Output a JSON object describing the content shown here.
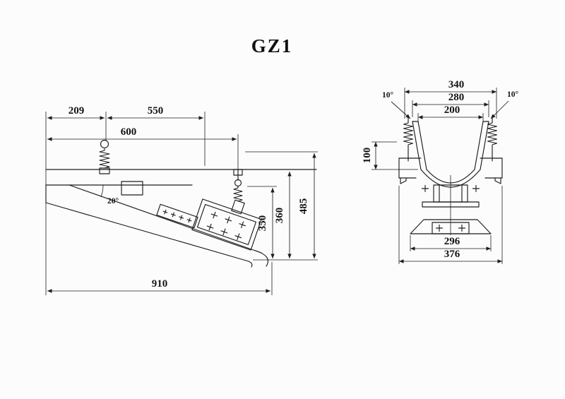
{
  "title": "GZ1",
  "colors": {
    "line": "#1d1d1d",
    "background": "#fcfcfc"
  },
  "side_view": {
    "dims": {
      "w209": "209",
      "w550": "550",
      "w600": "600",
      "w910": "910",
      "h485": "485",
      "h360": "360",
      "h350": "350",
      "angle": "20°"
    }
  },
  "front_view": {
    "dims": {
      "w340": "340",
      "w280": "280",
      "w200": "200",
      "h100": "100",
      "w296": "296",
      "w376": "376",
      "angle_left": "10°",
      "angle_right": "10°"
    }
  }
}
